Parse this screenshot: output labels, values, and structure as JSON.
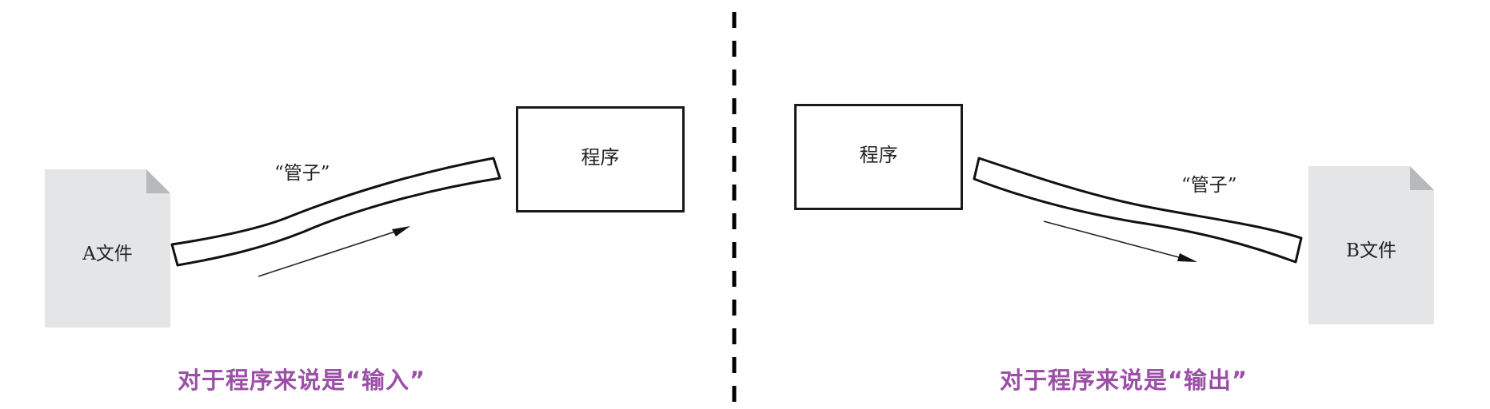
{
  "diagram": {
    "left": {
      "source_file": {
        "label": "A文件",
        "icon": "document-icon"
      },
      "pipe": {
        "label": "“管子”",
        "arrow_direction": "file-to-program"
      },
      "program": {
        "label": "程序"
      },
      "caption": "对于程序来说是“输入”"
    },
    "right": {
      "program": {
        "label": "程序"
      },
      "pipe": {
        "label": "“管子”",
        "arrow_direction": "program-to-file"
      },
      "target_file": {
        "label": "B文件",
        "icon": "document-icon"
      },
      "caption": "对于程序来说是“输出”"
    },
    "divider": {
      "style": "dashed"
    }
  },
  "colors": {
    "file_fill": "#e4e5e6",
    "file_fold": "#b8b9ba",
    "stroke": "#1a1a1a",
    "caption": "#9b4fa6",
    "background": "#ffffff"
  }
}
